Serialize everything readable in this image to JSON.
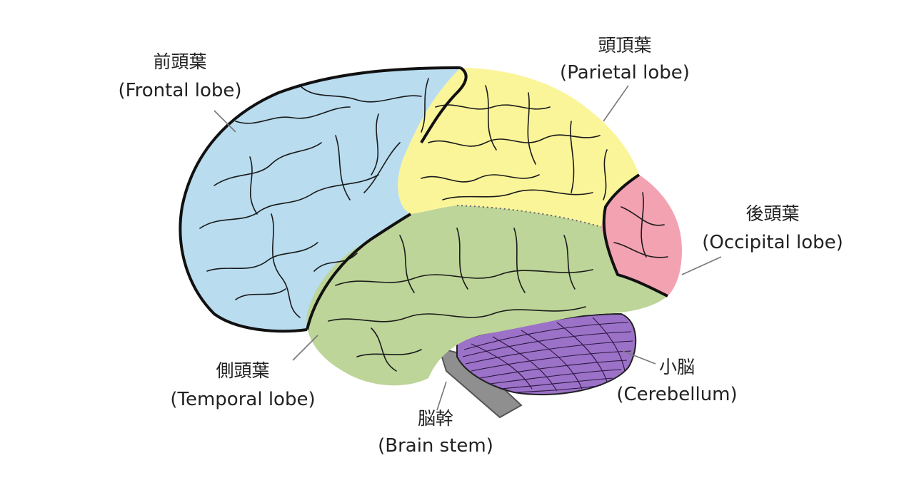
{
  "labels": {
    "frontal": {
      "jp": "前頭葉",
      "en": "(Frontal lobe)"
    },
    "parietal": {
      "jp": "頭頂葉",
      "en": "(Parietal lobe)"
    },
    "occipital": {
      "jp": "後頭葉",
      "en": "(Occipital lobe)"
    },
    "temporal": {
      "jp": "側頭葉",
      "en": "(Temporal lobe)"
    },
    "brainstem": {
      "jp": "脳幹",
      "en": "(Brain stem)"
    },
    "cerebellum": {
      "jp": "小脳",
      "en": "(Cerebellum)"
    }
  },
  "colors": {
    "frontal": "#b9dcef",
    "parietal": "#fbf59a",
    "occipital": "#f3a2b2",
    "temporal": "#bdd598",
    "cerebellum": "#9b72c7",
    "brainstem": "#8f8f8f",
    "outline": "#111111"
  }
}
